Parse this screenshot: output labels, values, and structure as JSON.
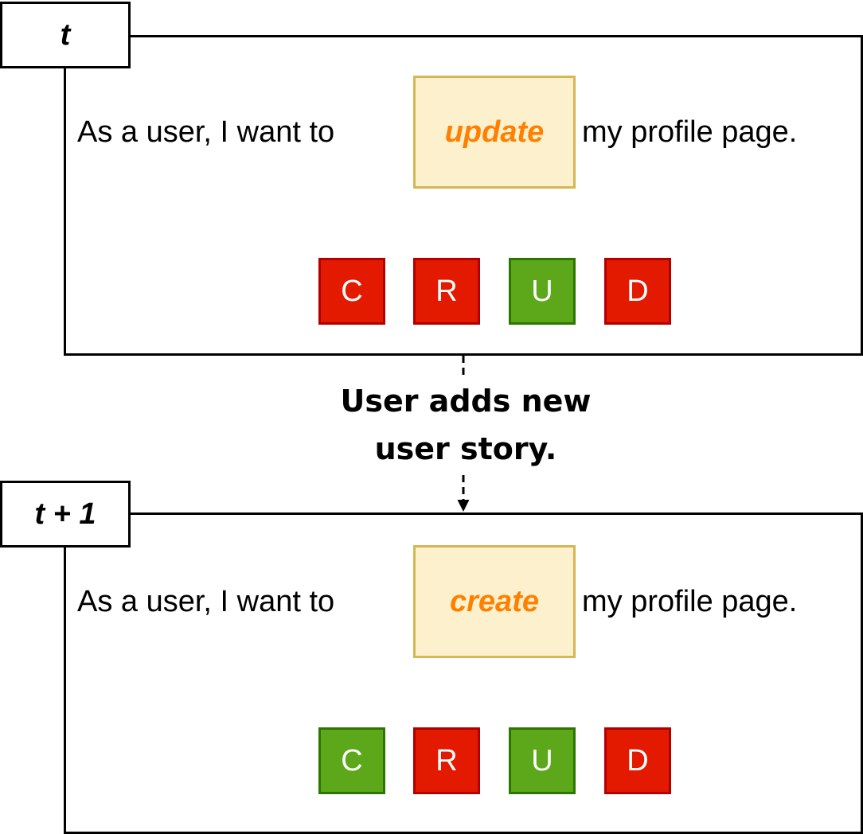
{
  "colors": {
    "red_fill": "#e31a00",
    "red_border": "#b20000",
    "green_fill": "#5ca81a",
    "green_border": "#2d7600",
    "verb_fill": "#fdf0cc",
    "verb_border": "#d6b656",
    "verb_text": "#ff8000"
  },
  "panels": [
    {
      "time_label": "t",
      "sentence_before": "As a user, I want to",
      "verb": "update",
      "sentence_after": "my profile page.",
      "crud": [
        {
          "letter": "C",
          "state": "red"
        },
        {
          "letter": "R",
          "state": "red"
        },
        {
          "letter": "U",
          "state": "green"
        },
        {
          "letter": "D",
          "state": "red"
        }
      ]
    },
    {
      "time_label": "t + 1",
      "sentence_before": "As a user, I want to",
      "verb": "create",
      "sentence_after": "my profile page.",
      "crud": [
        {
          "letter": "C",
          "state": "green"
        },
        {
          "letter": "R",
          "state": "red"
        },
        {
          "letter": "U",
          "state": "green"
        },
        {
          "letter": "D",
          "state": "red"
        }
      ]
    }
  ],
  "transition": {
    "line1": "User adds new",
    "line2": "user story."
  }
}
